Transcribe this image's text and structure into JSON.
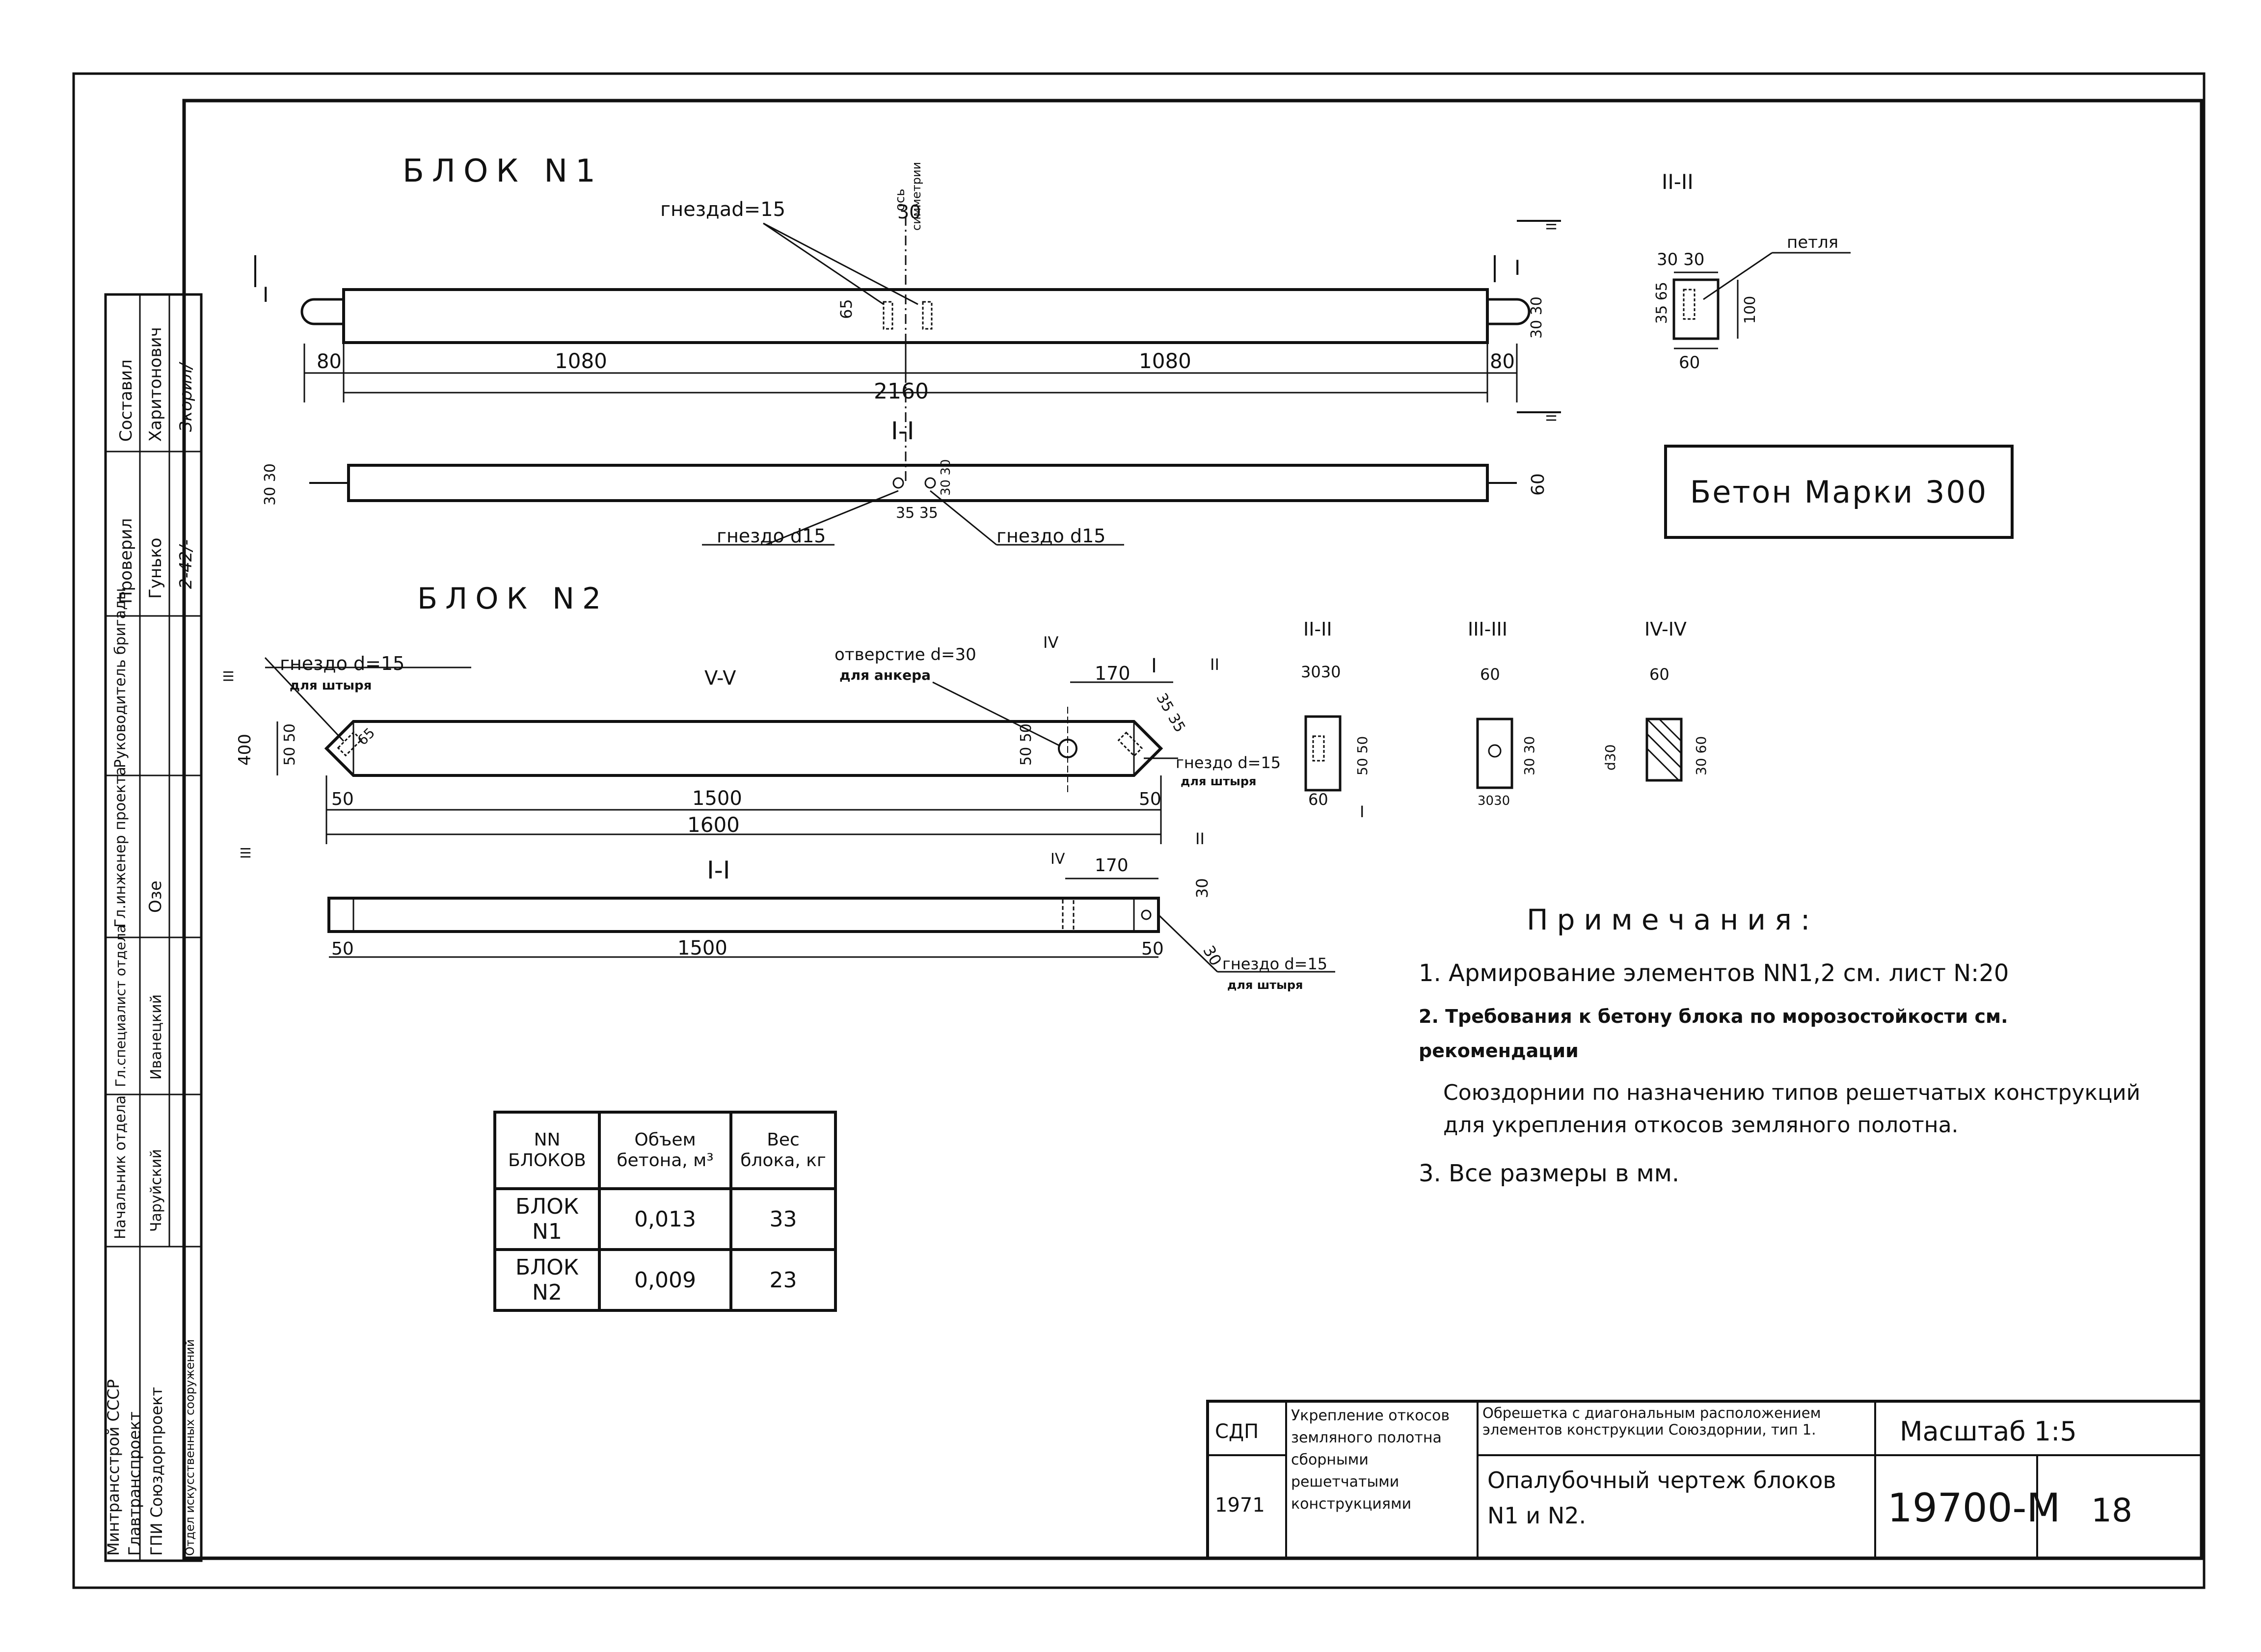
{
  "block1": {
    "title": "БЛОК N1",
    "sockets_label": "гнездаd=15",
    "axis_label_1": "ось",
    "axis_label_2": "симметрии",
    "dim_socket_gap": "30",
    "dim_65": "65",
    "dim_left": "80",
    "dim_half_left": "1080",
    "dim_half_right": "1080",
    "dim_right": "80",
    "dim_total": "2160",
    "dim_h": "30 30",
    "cut_mark_left": "I",
    "cut_mark_right": "I",
    "cut_mark_iii_top": "III",
    "cut_mark_iii_bottom": "III",
    "section_title": "I-I",
    "section_dim_left": "30 30",
    "section_dim_right": "60",
    "section_socket_left": "гнездо d15",
    "section_socket_right": "гнездо d15",
    "section_dim_35": "35 35",
    "section_dim_vert": "30 30"
  },
  "section_ii_top": {
    "title": "II-II",
    "loop_label": "петля",
    "dim_top": "30 30",
    "dim_left": "35 65",
    "dim_right": "100",
    "dim_bottom": "60"
  },
  "concrete_grade": "Бетон Марки 300",
  "block2": {
    "title": "БЛОК N2",
    "socket_left_1": "гнездо d=15",
    "socket_left_2": "для штыря",
    "section_v": "V-V",
    "hole_1": "отверстие d=30",
    "hole_2": "для анкера",
    "mark_iv": "IV",
    "dim_170": "170",
    "mark_i": "I",
    "mark_ii": "II",
    "dim_35": "35 35",
    "mark_iii": "III",
    "dim_400": "400",
    "dim_50_50_left": "50 50",
    "dim_65": "65",
    "dim_50_50_right": "50 50",
    "socket_right_1": "гнездо d=15",
    "socket_right_2": "для штыря",
    "dim_left": "50",
    "dim_mid": "1500",
    "dim_right": "50",
    "dim_total": "1600",
    "mark_iii_low": "III",
    "mark_ii_low": "II",
    "section_title": "I-I",
    "section_mark_iv": "IV",
    "section_dim_170": "170",
    "section_dim_30a": "30",
    "section_dim_30b": "30",
    "section_dim_left": "50",
    "section_dim_mid": "1500",
    "section_dim_right": "50",
    "section_socket_1": "гнездо d=15",
    "section_socket_2": "для штыря"
  },
  "small_sections": [
    {
      "title": "II-II",
      "dim_top": "3030",
      "dim_right": "50 50",
      "dim_bottom": "60",
      "mark": "I"
    },
    {
      "title": "III-III",
      "dim_top": "60",
      "dim_right": "30 30",
      "dim_bottom": "3030"
    },
    {
      "title": "IV-IV",
      "dim_top": "60",
      "dim_left": "d30",
      "dim_right": "30 60"
    }
  ],
  "volume_table": {
    "h_blocks": "NN БЛОКОВ",
    "h_volume": "Объем бетона, м³",
    "h_weight": "Вес блока, кг",
    "rows": [
      {
        "name": "БЛОК N1",
        "volume": "0,013",
        "weight": "33"
      },
      {
        "name": "БЛОК N2",
        "volume": "0,009",
        "weight": "23"
      }
    ]
  },
  "notes": {
    "title": "Примечания:",
    "n1": "1. Армирование элементов NN1,2 см. лист N:20",
    "n2": "2. Требования к бетону блока по морозостойкости см. рекомендации",
    "n2_cont": "Союздорнии по назначению типов решетчатых конструкций для укрепления откосов земляного полотна.",
    "n3": "3. Все размеры в мм."
  },
  "side_stamp": {
    "rows": [
      {
        "role": "Составил",
        "name": "Харитонович",
        "sign": "Зкорил/"
      },
      {
        "role": "Проверил",
        "name": "Гунько",
        "sign": "2-42/-"
      },
      {
        "role": "Руководитель бригады",
        "name": "",
        "sign": ""
      },
      {
        "role": "Гл.инженер проекта",
        "name": "Озе",
        "sign": ""
      },
      {
        "role": "Гл.специалист отдела",
        "name": "Иванецкий",
        "sign": ""
      },
      {
        "role": "Начальник отдела",
        "name": "Чаруйский",
        "sign": ""
      }
    ],
    "org_1": "Минтрансстрой СССР",
    "org_2": "Главтранспроект",
    "org_3": "ГПИ Союздорпроект",
    "org_4": "Отдел искусственных сооружений"
  },
  "title_block": {
    "code": "СДП",
    "year": "1971",
    "topic": "Укрепление откосов земляного полотна сборными решетчатыми конструкциями",
    "series": "Обрешетка с диагональным расположением элементов конструкции Союздорнии, тип 1.",
    "drawing": "Опалубочный чертеж блоков N1 и N2.",
    "scale": "Масштаб 1:5",
    "number": "19700-М",
    "sheet": "18"
  }
}
